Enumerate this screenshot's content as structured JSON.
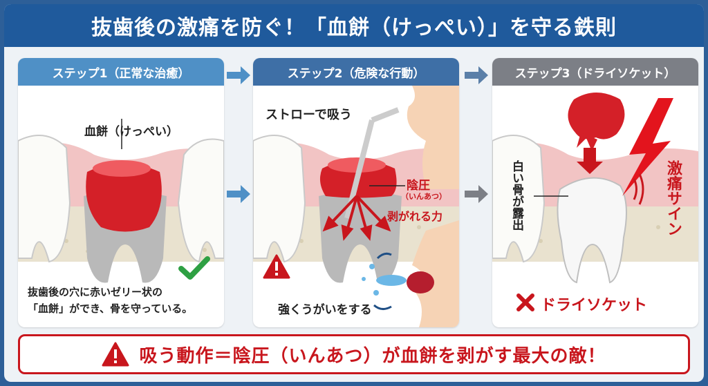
{
  "title": "抜歯後の激痛を防ぐ！「血餅（けっぺい）」を守る鉄則",
  "colors": {
    "title_bg": "#1f5a9c",
    "step1": "#4f90c6",
    "step2": "#3e6fa6",
    "step3": "#7c7f86",
    "danger": "#c8161d",
    "check": "#2ea043"
  },
  "steps": [
    {
      "header": "ステップ1（正常な治癒）",
      "labels": {
        "clot": "血餅（けっぺい）"
      },
      "caption_line1": "抜歯後の穴に赤いゼリー状の",
      "caption_line2": "「血餅」ができ、骨を守っている。",
      "icon": "check-icon"
    },
    {
      "header": "ステップ2（危険な行動）",
      "labels": {
        "straw": "ストローで吸う",
        "pressure": "陰圧",
        "pressure_reading": "（いんあつ）",
        "peel_force": "剥がれる力",
        "rinse": "強くうがいをする"
      },
      "icon": "warning-icon"
    },
    {
      "header": "ステップ3（ドライソケット）",
      "labels": {
        "bone": "白い骨が露出",
        "pain": "激痛サイン",
        "result": "ドライソケット"
      },
      "icon": "cross-icon"
    }
  ],
  "bottom_message": "吸う動作＝陰圧（いんあつ）が血餅を剥がす最大の敵！"
}
